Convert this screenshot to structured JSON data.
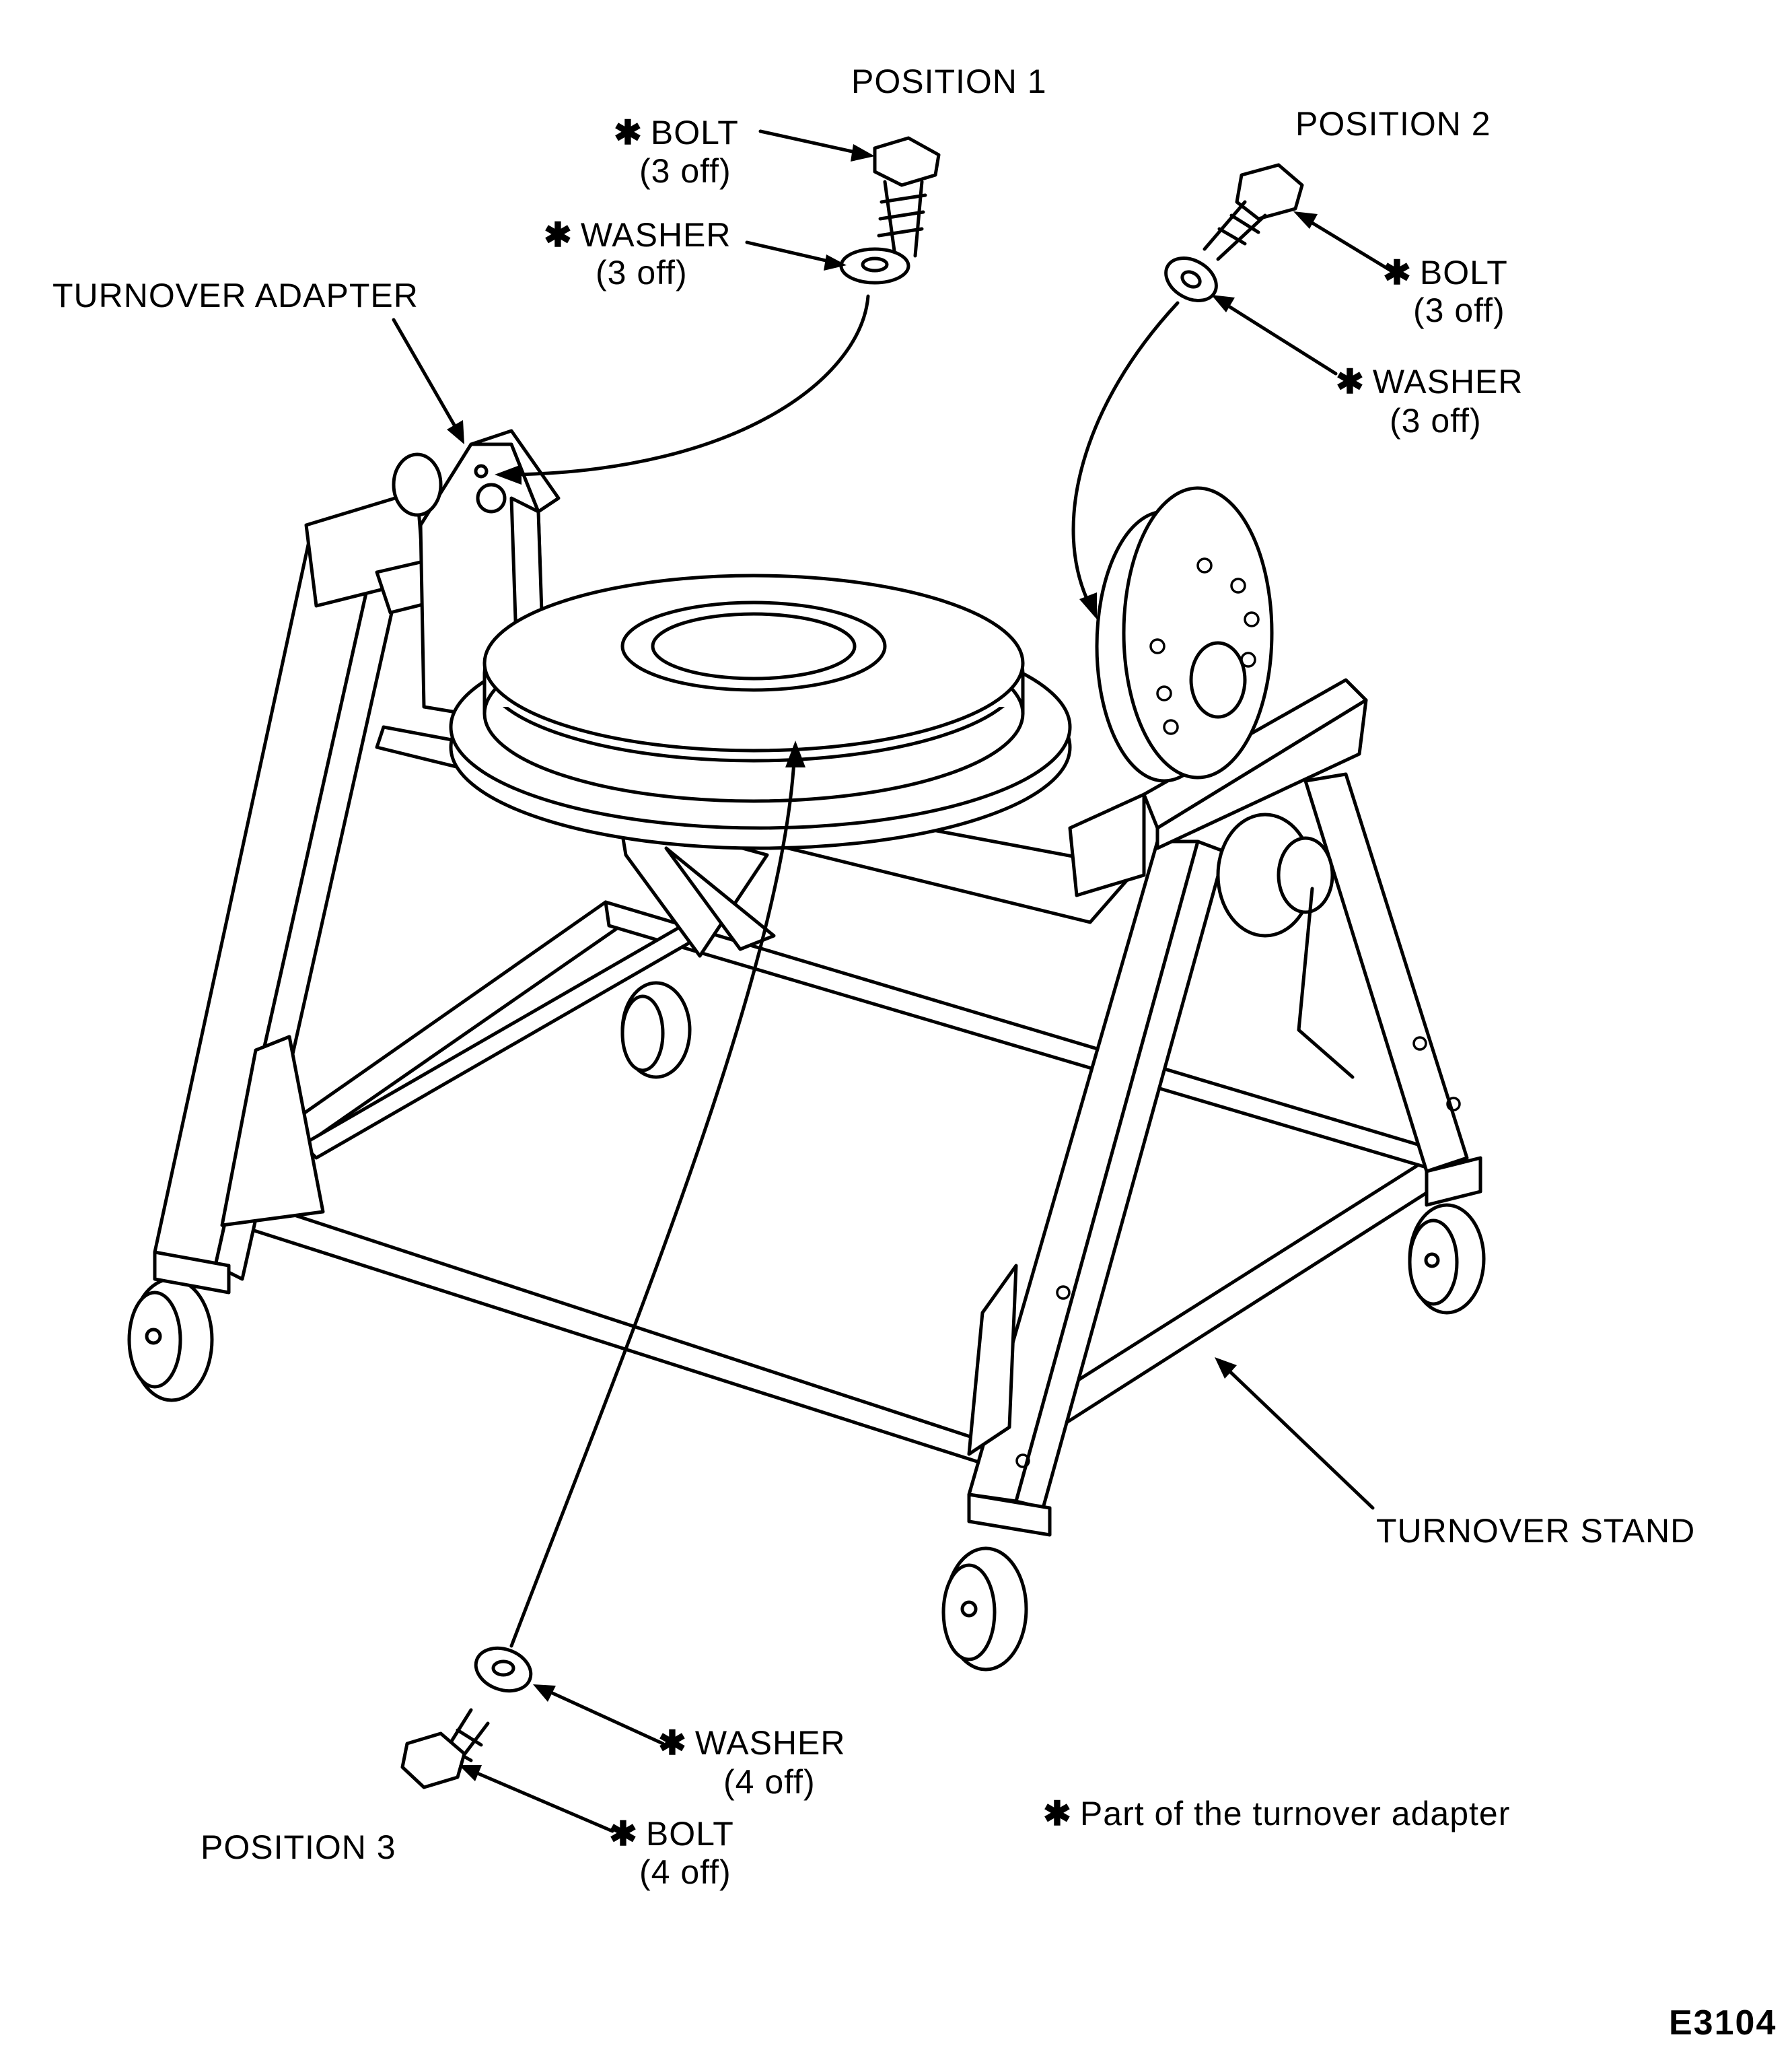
{
  "figure_id": "E3104",
  "positions": {
    "p1": "POSITION 1",
    "p2": "POSITION 2",
    "p3": "POSITION 3"
  },
  "labels": {
    "turnover_adapter": "TURNOVER ADAPTER",
    "turnover_stand": "TURNOVER STAND",
    "asterisk": "✱",
    "p1_bolt": "BOLT",
    "p1_bolt_qty": "(3 off)",
    "p1_washer": "WASHER",
    "p1_washer_qty": "(3 off)",
    "p2_bolt": "BOLT",
    "p2_bolt_qty": "(3 off)",
    "p2_washer": "WASHER",
    "p2_washer_qty": "(3 off)",
    "p3_washer": "WASHER",
    "p3_washer_qty": "(4 off)",
    "p3_bolt": "BOLT",
    "p3_bolt_qty": "(4 off)"
  },
  "legend": {
    "note": "Part of the turnover adapter"
  }
}
